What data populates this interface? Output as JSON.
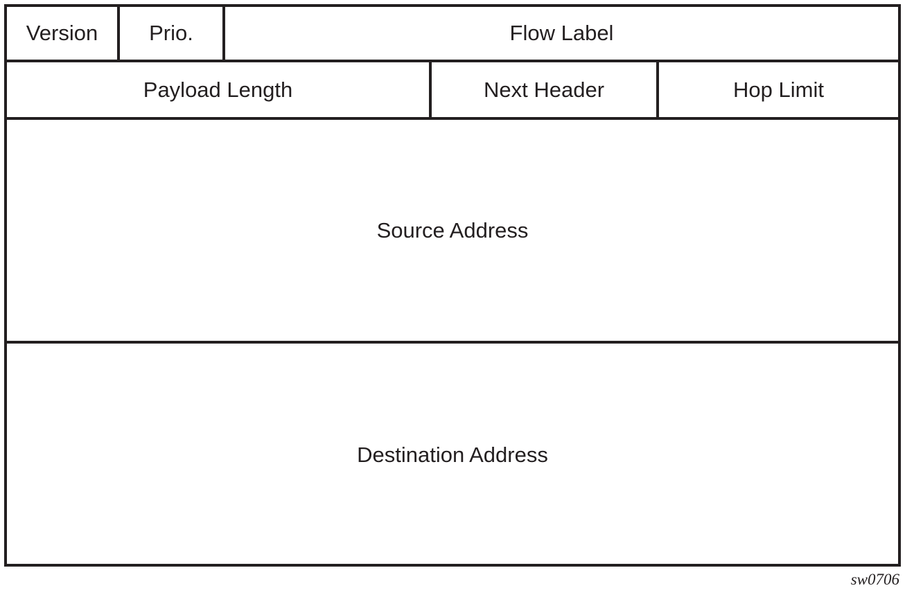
{
  "header": {
    "row1": {
      "version": "Version",
      "priority": "Prio.",
      "flow_label": "Flow Label"
    },
    "row2": {
      "payload_length": "Payload Length",
      "next_header": "Next Header",
      "hop_limit": "Hop Limit"
    },
    "source_address": "Source Address",
    "destination_address": "Destination Address"
  },
  "figure_id": "sw0706",
  "colors": {
    "line": "#231f20",
    "background": "#ffffff"
  }
}
